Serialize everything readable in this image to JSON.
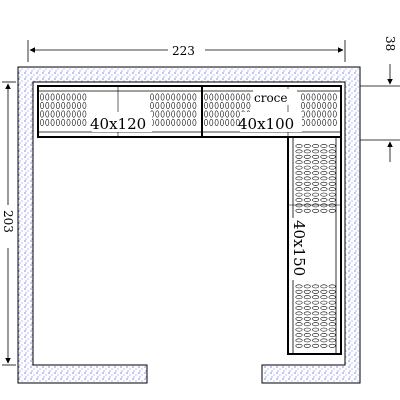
{
  "drawing": {
    "dimensions": {
      "width": "223",
      "height": "203",
      "shelf_depth": "38"
    },
    "labels": {
      "module_a": "40x120",
      "module_b": "40x100",
      "module_c": "40x150",
      "corner": "croce"
    },
    "colors": {
      "line": "#000000",
      "wall_stipple": "#3344cc",
      "background": "#ffffff"
    }
  }
}
